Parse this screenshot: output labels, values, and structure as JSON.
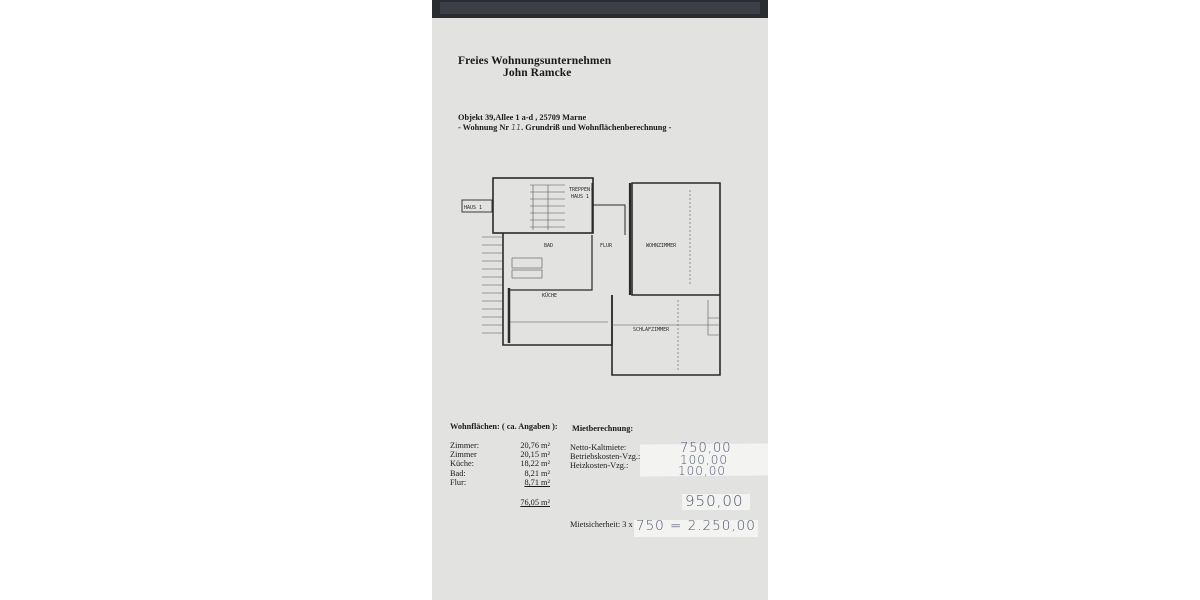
{
  "header": {
    "company": "Freies Wohnungsunternehmen",
    "owner": "John Ramcke"
  },
  "object": {
    "address": "Objekt 39,Allee 1 a-d , 25709 Marne",
    "subtitle_prefix": "- Wohnung Nr",
    "apartment_no": "11",
    "subtitle_suffix": ". Grundriß und Wohnflächenberechnung -"
  },
  "floorplan": {
    "labels": {
      "house": "HAUS 1",
      "stair1": "TREPPEN-",
      "stair2": "HAUS 1",
      "bath": "BAD",
      "hall": "FLUR",
      "living": "WOHNZIMMER",
      "kitchen": "KÜCHE",
      "bedroom": "SCHLAFZIMMER"
    }
  },
  "areas": {
    "title": "Wohnflächen: ( ca. Angaben ):",
    "rows": [
      {
        "room": "Zimmer:",
        "value": "20,76 m²"
      },
      {
        "room": "Zimmer",
        "value": "20,15 m²"
      },
      {
        "room": "Küche:",
        "value": "18,22 m²"
      },
      {
        "room": "Bad:",
        "value": "8,21 m²"
      },
      {
        "room": "Flur:",
        "value": "8,71 m²"
      }
    ],
    "total": "76,05 m²"
  },
  "rent": {
    "title": "Mietberechnung:",
    "rows": [
      {
        "label": "Netto-Kaltmiete:",
        "value": "750,00"
      },
      {
        "label": "Betriebskosten-Vzg.:",
        "value": "100,00"
      },
      {
        "label": "Heizkosten-Vzg.:",
        "value": "100,00"
      }
    ],
    "total": "950,00",
    "deposit_label": "Mietsicherheit: 3 x",
    "deposit_value": "750 = 2.250,00"
  }
}
